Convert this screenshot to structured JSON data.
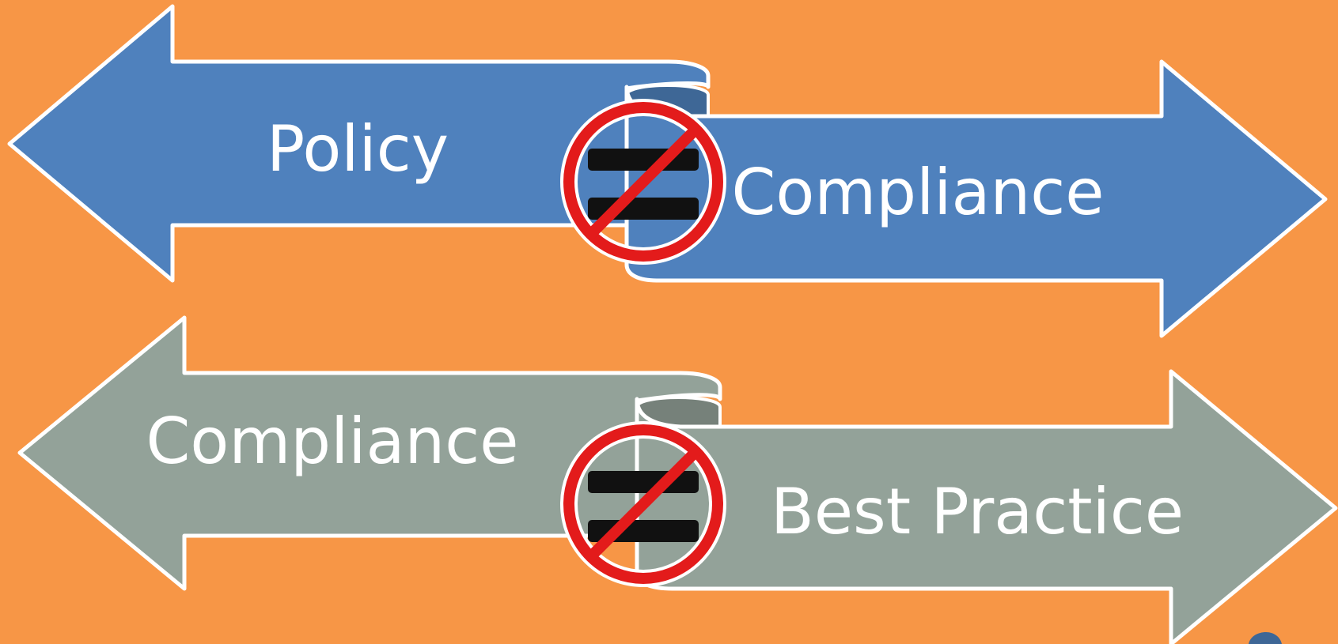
{
  "colors": {
    "background": "#F79646",
    "top_arrows": "#4F81BD",
    "top_arrows_shadow": "#3E6796",
    "bottom_arrows": "#93A299",
    "bottom_arrows_shadow": "#76817A",
    "arrow_outline": "#FFFFFF",
    "not_sign": "#E31B1B",
    "equals_bars": "#111111",
    "label_text": "#FFFFFF",
    "corner_fragment": "#3E6796"
  },
  "rows": [
    {
      "left_label": "Policy",
      "right_label": "Compliance",
      "relation_icon": "not-equal-icon"
    },
    {
      "left_label": "Compliance",
      "right_label": "Best Practice",
      "relation_icon": "not-equal-icon"
    }
  ]
}
